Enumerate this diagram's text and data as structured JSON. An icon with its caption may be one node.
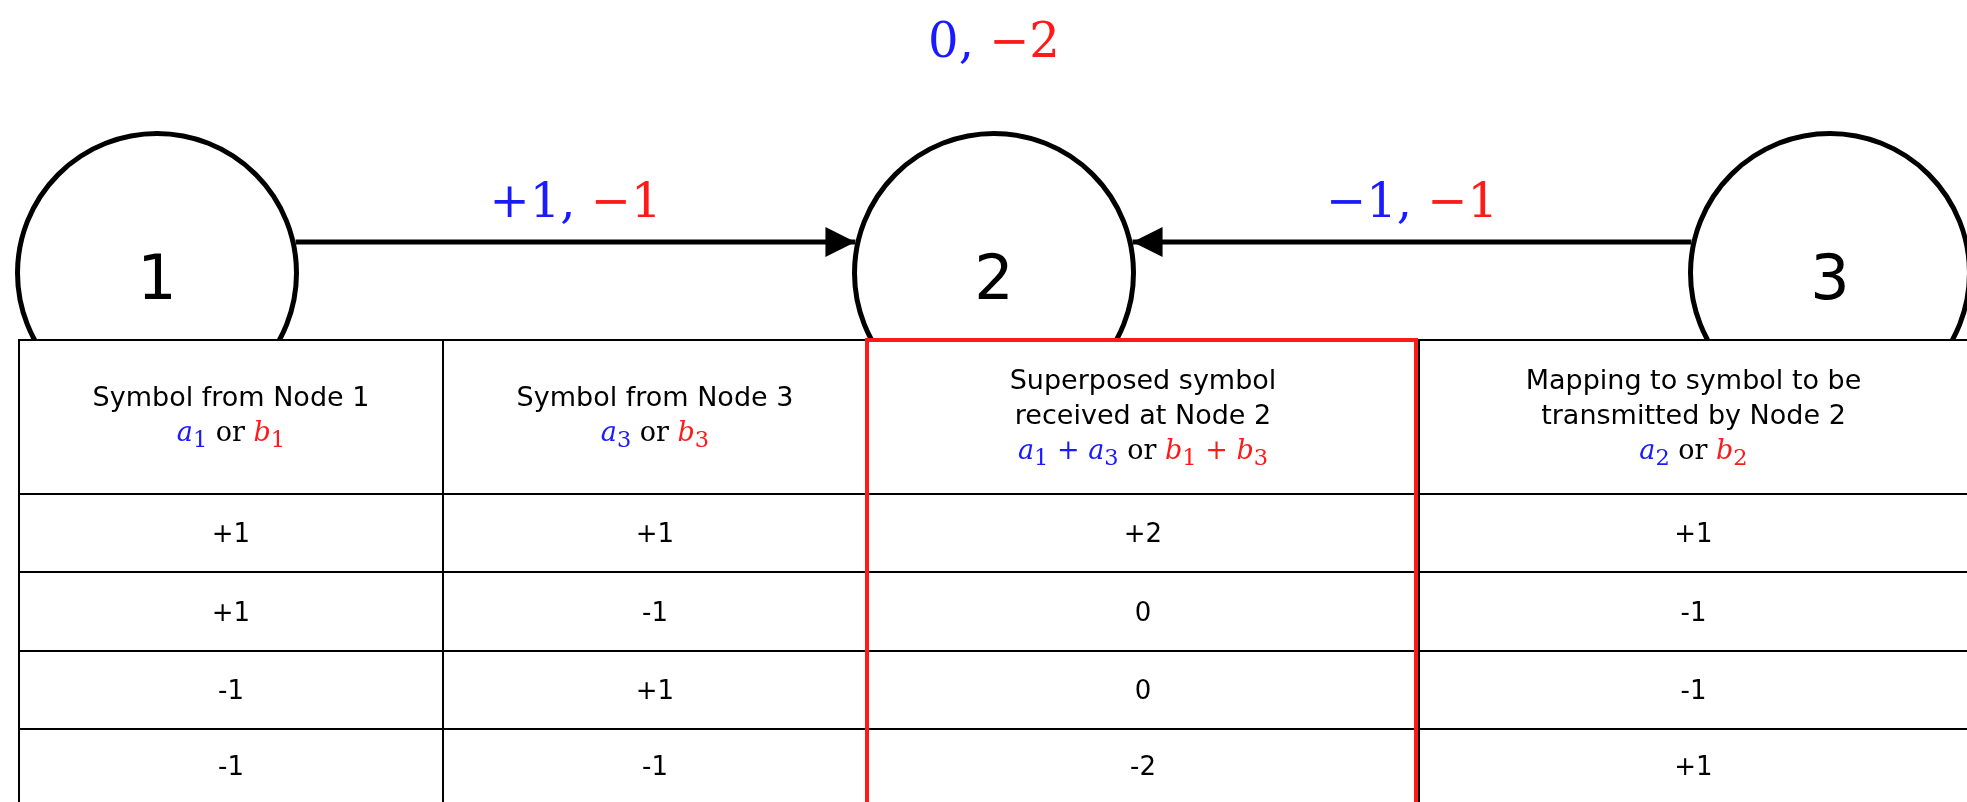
{
  "diagram": {
    "nodes": [
      {
        "text": [
          "1"
        ]
      },
      {
        "text": [
          "2"
        ],
        "beside": [
          "0, −2"
        ]
      },
      {
        "text": [
          "3"
        ]
      }
    ],
    "edges": [
      {
        "from": 0,
        "to": 1,
        "arrow": "to",
        "label": "+1, −1"
      },
      {
        "from": 2,
        "to": 1,
        "arrow": "to",
        "label": "−1, −1"
      }
    ],
    "labels": [
      "Symbol from Node 1",
      "*a*$_{1}$ or *b*$_{1}$",
      "Symbol from Node 3",
      "*a*$_{3}$ or *b*$_{3}$",
      "Superposed symbol received at Node 2",
      "*a*$_{1}$ + *a*$_{3}$ or *b*$_{1}$ + *b*$_{3}$",
      "Mapping to symbol to be transmitted by Node 2",
      "*a*$_{2}$ or *b*$_{2}$",
      "+1",
      "+1",
      "+2",
      "+1",
      "+1",
      "-1",
      "0",
      "-1",
      "-1",
      "+1",
      "0",
      "-1",
      "-1",
      "-1",
      "-2",
      "+1"
    ]
  }
}
